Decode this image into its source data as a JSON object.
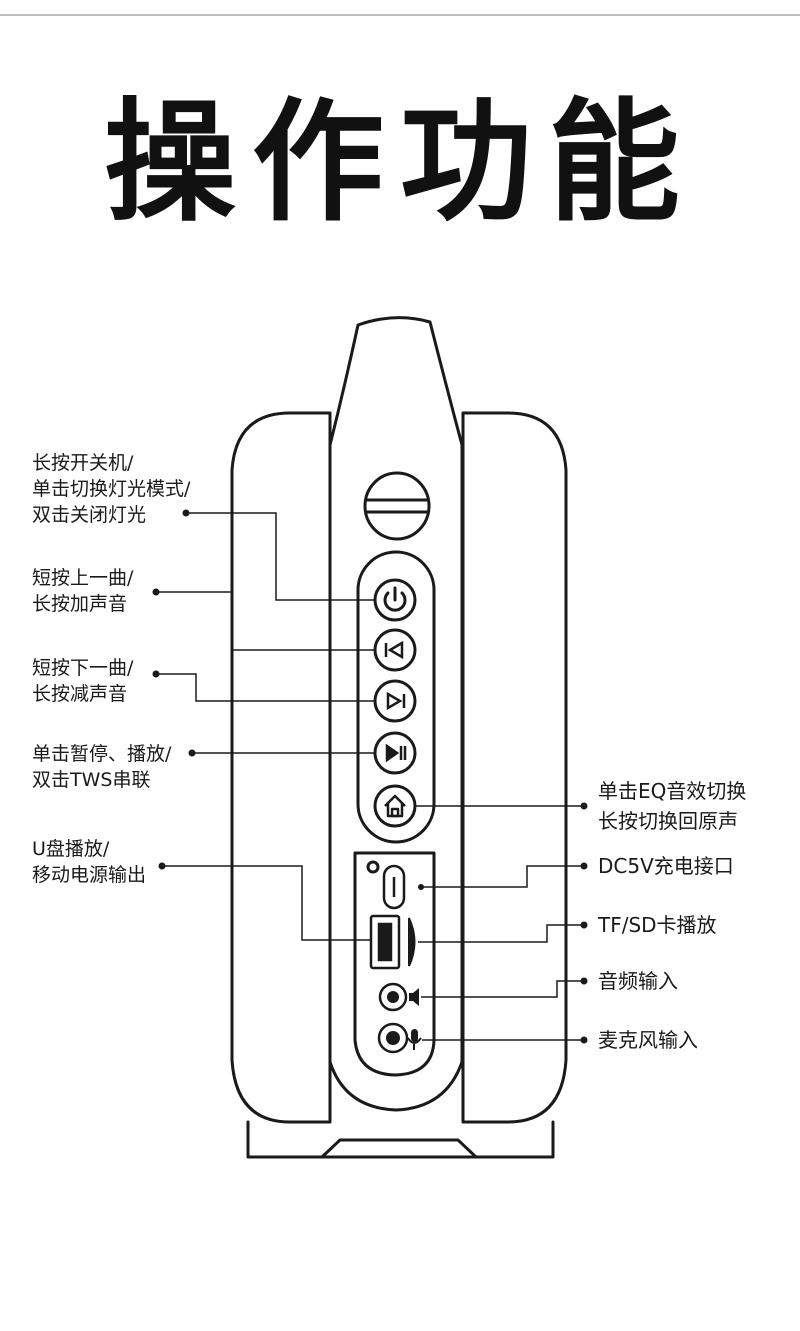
{
  "title": "操作功能",
  "labels": {
    "power": [
      "长按开关机/",
      "单击切换灯光模式/",
      "双击关闭灯光"
    ],
    "prev": [
      "短按上一曲/",
      "长按加声音"
    ],
    "next": [
      "短按下一曲/",
      "长按减声音"
    ],
    "play": [
      "单击暂停、播放/",
      "双击TWS串联"
    ],
    "usb": [
      "U盘播放/",
      "移动电源输出"
    ],
    "eq": [
      "单击EQ音效切换",
      "长按切换回原声"
    ],
    "dc": "DC5V充电接口",
    "tf": "TF/SD卡播放",
    "aux": "音频输入",
    "mic": "麦克风输入"
  },
  "icons": [
    "power-icon",
    "previous-track-icon",
    "next-track-icon",
    "play-pause-icon",
    "home-eq-icon",
    "usb-c-port-icon",
    "usb-a-port-icon",
    "sd-card-slot-icon",
    "audio-jack-icon",
    "microphone-jack-icon"
  ],
  "colors": {
    "line": "#1a1a1a",
    "background": "#ffffff"
  }
}
